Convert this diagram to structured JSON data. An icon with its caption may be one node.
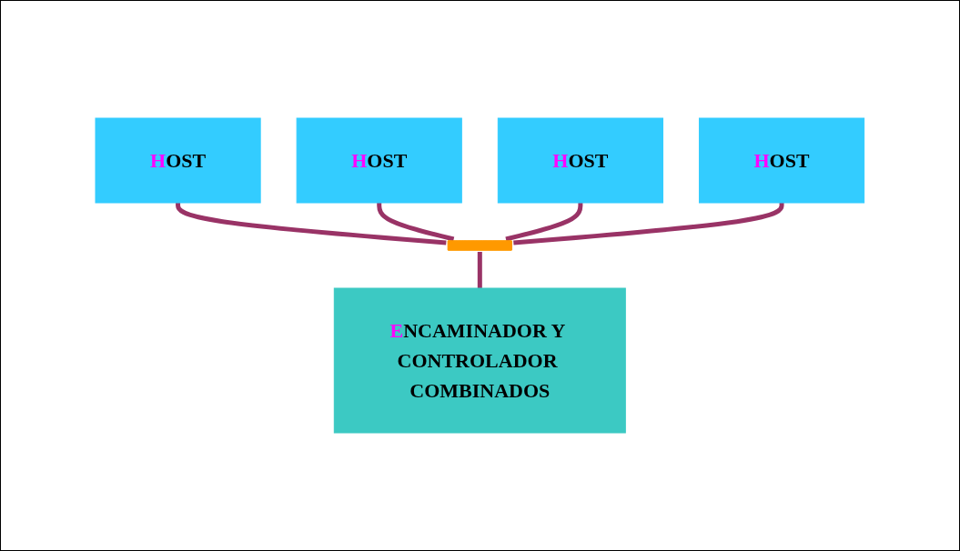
{
  "diagram": {
    "nodes": [
      {
        "text": [
          "HOST"
        ]
      },
      {
        "text": [
          "HOST"
        ]
      },
      {
        "text": [
          "HOST"
        ]
      },
      {
        "text": [
          "HOST"
        ]
      },
      {
        "text": [],
        "shape": "bar"
      },
      {
        "text": [
          "ENCAMINADOR Y CONTROLADOR COMBINADOS"
        ]
      }
    ],
    "edges": [
      {
        "from": 0,
        "to": 4,
        "arrow": "none"
      },
      {
        "from": 1,
        "to": 4,
        "arrow": "none"
      },
      {
        "from": 2,
        "to": 4,
        "arrow": "none"
      },
      {
        "from": 3,
        "to": 4,
        "arrow": "none"
      },
      {
        "from": 4,
        "to": 5,
        "arrow": "none"
      }
    ]
  }
}
